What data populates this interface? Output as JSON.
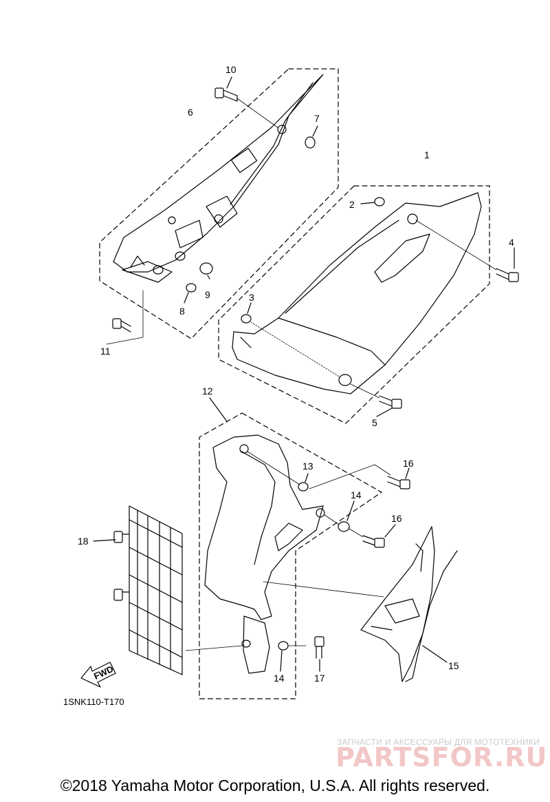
{
  "diagram_code": "1SNK110-T170",
  "fwd_label": "FWD",
  "copyright": "©2018 Yamaha Motor Corporation, U.S.A. All rights reserved.",
  "watermark": {
    "tagline": "ЗАПЧАСТИ И АКСЕССУАРЫ ДЛЯ МОТОТЕХНИКИ",
    "brand": "PARTSFOR.RU"
  },
  "callouts": {
    "c1": "1",
    "c2": "2",
    "c3": "3",
    "c4": "4",
    "c5": "5",
    "c6": "6",
    "c7": "7",
    "c8": "8",
    "c9": "9",
    "c10": "10",
    "c11": "11",
    "c12": "12",
    "c13": "13",
    "c14a": "14",
    "c14b": "14",
    "c15": "15",
    "c16a": "16",
    "c16b": "16",
    "c17": "17",
    "c18": "18"
  }
}
